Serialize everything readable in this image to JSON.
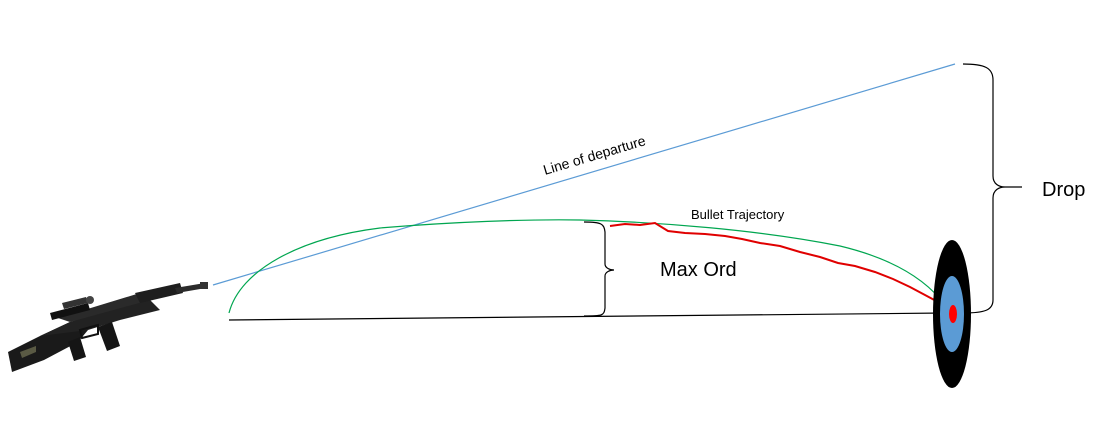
{
  "labels": {
    "line_of_departure": "Line of departure",
    "bullet_trajectory": "Bullet Trajectory",
    "max_ord": "Max Ord",
    "drop": "Drop"
  },
  "colors": {
    "line_of_departure": "#5b9bd5",
    "trajectory_ideal": "#00a650",
    "trajectory_actual": "#e00000",
    "line_of_sight": "#000000",
    "target_outer": "#000000",
    "target_inner": "#5b9bd5",
    "target_bullseye": "#ff0000"
  },
  "icons": {
    "rifle": "rifle-icon",
    "target": "target-icon"
  }
}
